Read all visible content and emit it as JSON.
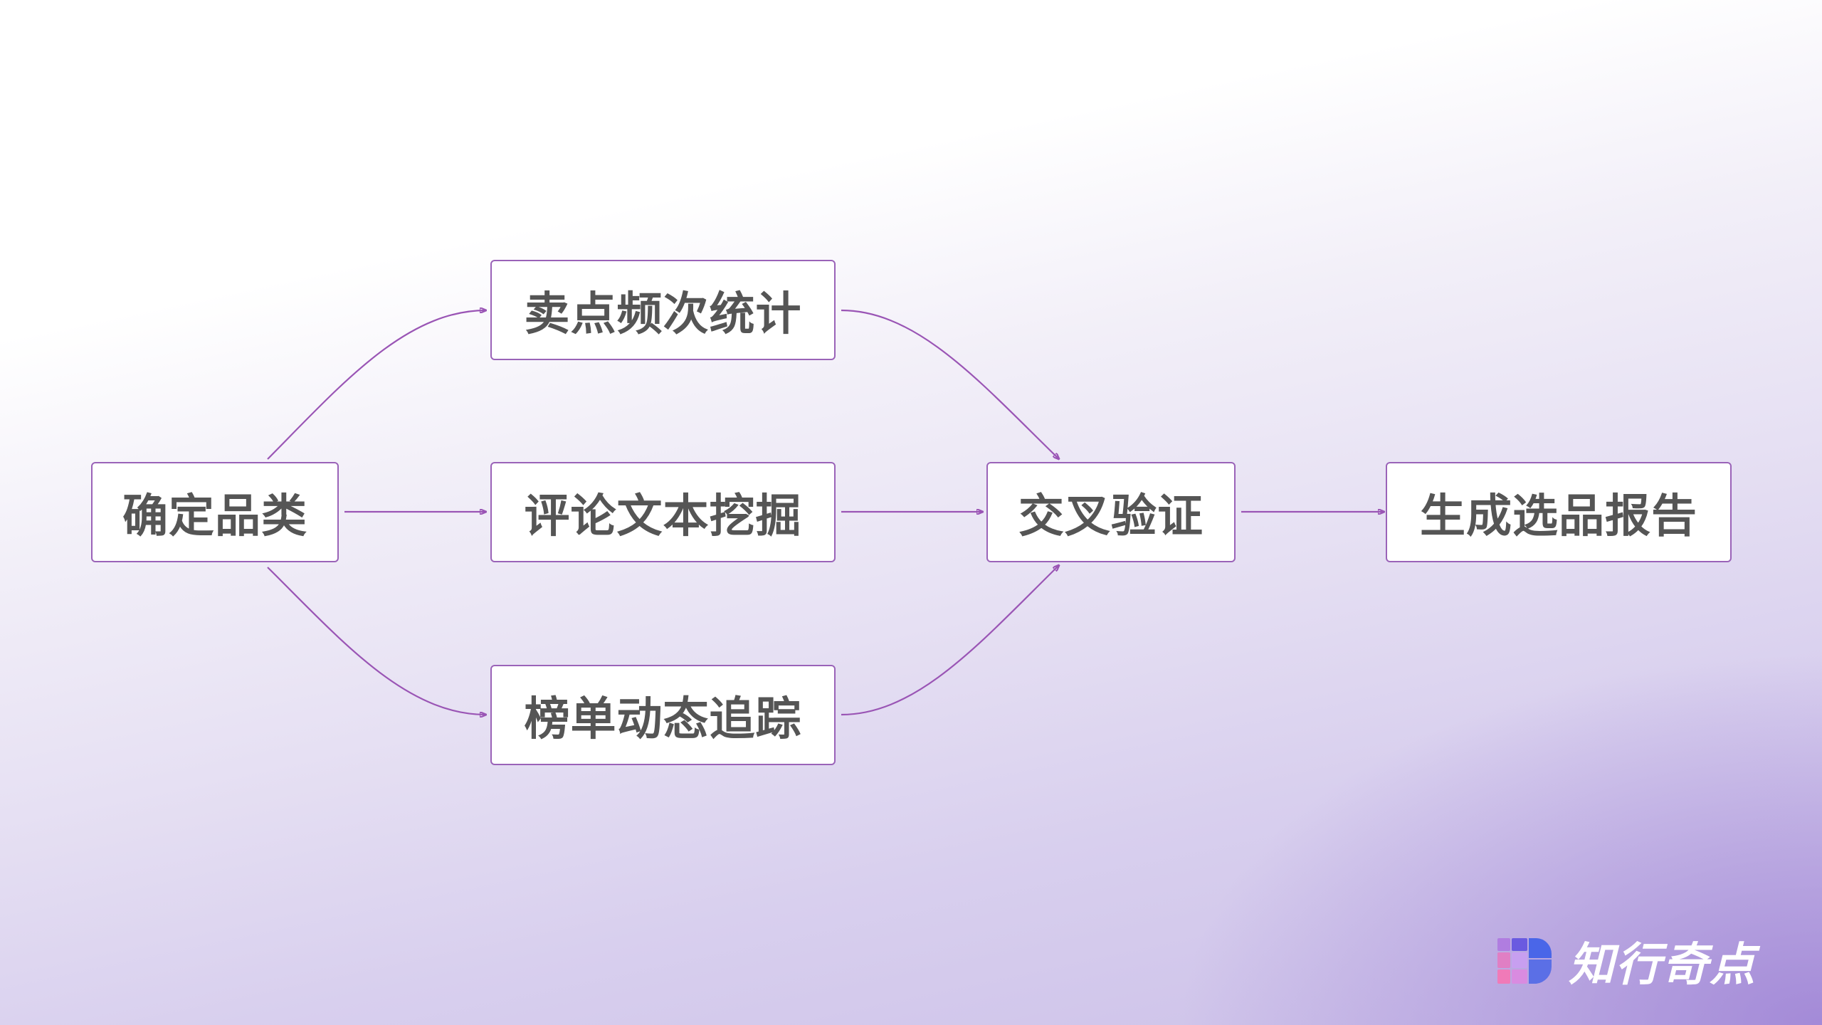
{
  "diagram": {
    "nodes": [
      {
        "id": "confirm",
        "label": "确定品类"
      },
      {
        "id": "selling",
        "label": "卖点频次统计"
      },
      {
        "id": "review",
        "label": "评论文本挖掘"
      },
      {
        "id": "ranking",
        "label": "榜单动态追踪"
      },
      {
        "id": "cross",
        "label": "交叉验证"
      },
      {
        "id": "report",
        "label": "生成选品报告"
      }
    ],
    "edges": [
      {
        "from": "confirm",
        "to": "selling"
      },
      {
        "from": "confirm",
        "to": "review"
      },
      {
        "from": "confirm",
        "to": "ranking"
      },
      {
        "from": "selling",
        "to": "cross"
      },
      {
        "from": "review",
        "to": "cross"
      },
      {
        "from": "ranking",
        "to": "cross"
      },
      {
        "from": "cross",
        "to": "report"
      }
    ],
    "colors": {
      "edge": "#9a55b5",
      "node_border": "#9a63b8",
      "node_text": "#555555"
    }
  },
  "brand": {
    "name": "知行奇点",
    "icon": "brand-logo-icon"
  }
}
